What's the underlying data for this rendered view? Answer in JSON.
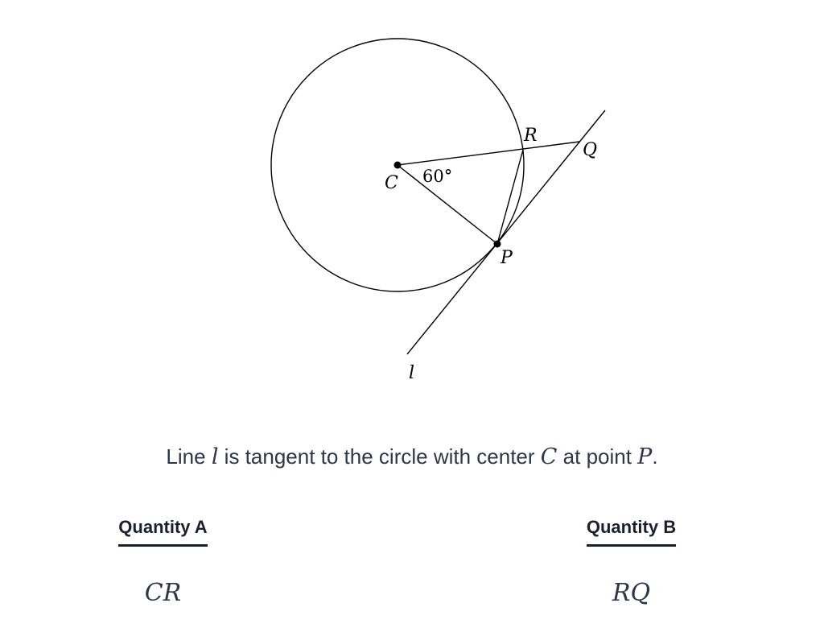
{
  "diagram": {
    "labels": {
      "center": "C",
      "angle": "60°",
      "point_r": "R",
      "point_q": "Q",
      "point_p": "P",
      "line": "l"
    },
    "stroke_color": "#000000"
  },
  "stem": {
    "part1": "Line ",
    "var_l": "l",
    "part2": " is tangent to the circle with center ",
    "var_c": "C",
    "part3": " at point ",
    "var_p": "P",
    "part4": "."
  },
  "quantities": {
    "a": {
      "heading": "Quantity A",
      "value": "CR"
    },
    "b": {
      "heading": "Quantity B",
      "value": "RQ"
    }
  }
}
